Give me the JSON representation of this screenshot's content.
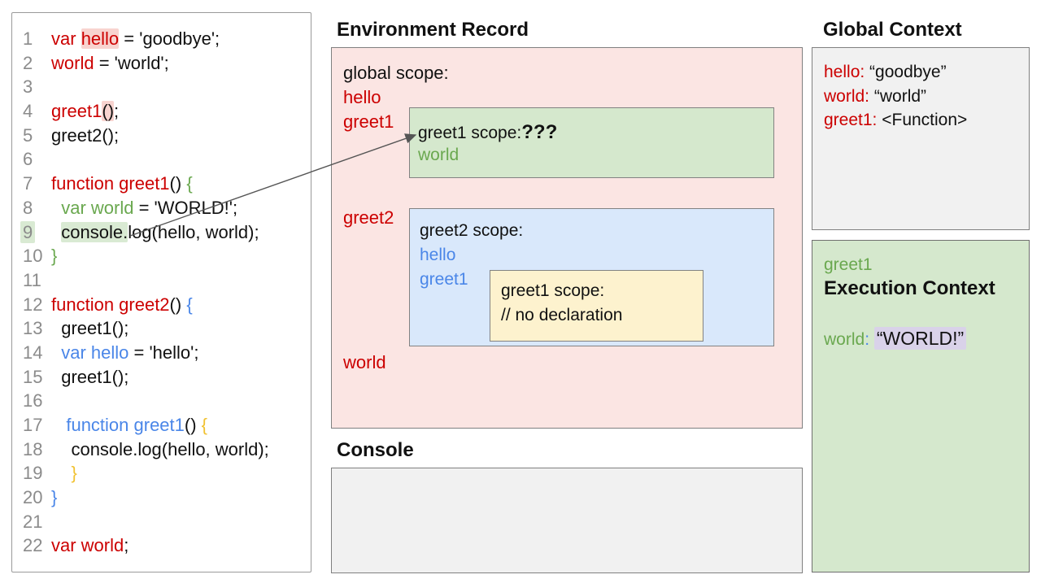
{
  "colors": {
    "red": "#cc0000",
    "green": "#6aa84f",
    "blue": "#4a86e8",
    "gold": "#f1c232",
    "ink": "#111111",
    "gray_num": "#8b8b8b",
    "pink_hl": "#f8d3cf",
    "green_hl": "#d9ead3",
    "lavender_hl": "#d9d2e9",
    "pink_bg": "#fbe5e3",
    "green_bg": "#d5e8cd",
    "blue_bg": "#d9e8fb",
    "yellow_bg": "#fdf2ce",
    "gray_bg": "#f1f1f1"
  },
  "code_panel": {
    "lines": [
      {
        "num": "1",
        "indent": 0,
        "segments": [
          {
            "text": "var ",
            "color": "red"
          },
          {
            "text": "hello",
            "color": "red",
            "bg": "pink_hl"
          },
          {
            "text": " = 'goodbye';",
            "color": "ink"
          }
        ]
      },
      {
        "num": "2",
        "indent": 0,
        "segments": [
          {
            "text": "world",
            "color": "red"
          },
          {
            "text": " = 'world';",
            "color": "ink"
          }
        ]
      },
      {
        "num": "3",
        "indent": 0,
        "segments": []
      },
      {
        "num": "4",
        "indent": 0,
        "segments": [
          {
            "text": "greet1",
            "color": "red"
          },
          {
            "text": "()",
            "color": "ink",
            "bg": "pink_hl"
          },
          {
            "text": ";",
            "color": "ink"
          }
        ]
      },
      {
        "num": "5",
        "indent": 0,
        "segments": [
          {
            "text": "greet2();",
            "color": "ink"
          }
        ]
      },
      {
        "num": "6",
        "indent": 0,
        "segments": []
      },
      {
        "num": "7",
        "indent": 0,
        "segments": [
          {
            "text": "function greet1",
            "color": "red"
          },
          {
            "text": "() ",
            "color": "ink"
          },
          {
            "text": "{",
            "color": "green"
          }
        ]
      },
      {
        "num": "8",
        "indent": 2,
        "segments": [
          {
            "text": "var world",
            "color": "green"
          },
          {
            "text": " = 'WORLD!';",
            "color": "ink"
          }
        ]
      },
      {
        "num": "9",
        "indent": 2,
        "num_bg": "green_hl",
        "segments": [
          {
            "text": "console.",
            "color": "ink",
            "bg": "green_hl"
          },
          {
            "text": "log(hello, world);",
            "color": "ink"
          }
        ]
      },
      {
        "num": "10",
        "indent": 0,
        "segments": [
          {
            "text": "}",
            "color": "green"
          }
        ]
      },
      {
        "num": "11",
        "indent": 0,
        "segments": []
      },
      {
        "num": "12",
        "indent": 0,
        "segments": [
          {
            "text": "function greet2",
            "color": "red"
          },
          {
            "text": "() ",
            "color": "ink"
          },
          {
            "text": "{",
            "color": "blue"
          }
        ]
      },
      {
        "num": "13",
        "indent": 2,
        "segments": [
          {
            "text": "greet1();",
            "color": "ink"
          }
        ]
      },
      {
        "num": "14",
        "indent": 2,
        "segments": [
          {
            "text": "var hello",
            "color": "blue"
          },
          {
            "text": " = 'hello';",
            "color": "ink"
          }
        ]
      },
      {
        "num": "15",
        "indent": 2,
        "segments": [
          {
            "text": "greet1();",
            "color": "ink"
          }
        ]
      },
      {
        "num": "16",
        "indent": 0,
        "segments": []
      },
      {
        "num": "17",
        "indent": 3,
        "segments": [
          {
            "text": "function greet1",
            "color": "blue"
          },
          {
            "text": "() ",
            "color": "ink"
          },
          {
            "text": "{",
            "color": "gold"
          }
        ]
      },
      {
        "num": "18",
        "indent": 4,
        "segments": [
          {
            "text": "console.log(hello, world);",
            "color": "ink"
          }
        ]
      },
      {
        "num": "19",
        "indent": 4,
        "segments": [
          {
            "text": "}",
            "color": "gold"
          }
        ]
      },
      {
        "num": "20",
        "indent": 0,
        "segments": [
          {
            "text": "}",
            "color": "blue"
          }
        ]
      },
      {
        "num": "21",
        "indent": 0,
        "segments": []
      },
      {
        "num": "22",
        "indent": 0,
        "segments": [
          {
            "text": "var world",
            "color": "red"
          },
          {
            "text": ";",
            "color": "ink"
          }
        ]
      }
    ]
  },
  "environment_record": {
    "title": "Environment Record",
    "global_scope_label": "global scope:",
    "vars": {
      "hello": "hello",
      "greet1": "greet1",
      "greet2": "greet2",
      "world": "world"
    },
    "greet1_scope": {
      "title": "greet1 scope:",
      "unknown": "???",
      "world": "world"
    },
    "greet2_scope": {
      "title": "greet2 scope:",
      "hello": "hello",
      "greet1": "greet1",
      "greet1_inner": {
        "title": "greet1 scope:",
        "comment": "// no declaration"
      }
    }
  },
  "console_panel": {
    "title": "Console"
  },
  "global_context": {
    "title": "Global Context",
    "entries": [
      {
        "key": "hello:",
        "value": "“goodbye”"
      },
      {
        "key": "world:",
        "value": "“world”"
      },
      {
        "key": "greet1:",
        "value": "<Function>"
      }
    ]
  },
  "execution_context": {
    "fn": "greet1",
    "title": "Execution Context",
    "var": "world",
    "colon": ":",
    "value": "“WORLD!”"
  }
}
